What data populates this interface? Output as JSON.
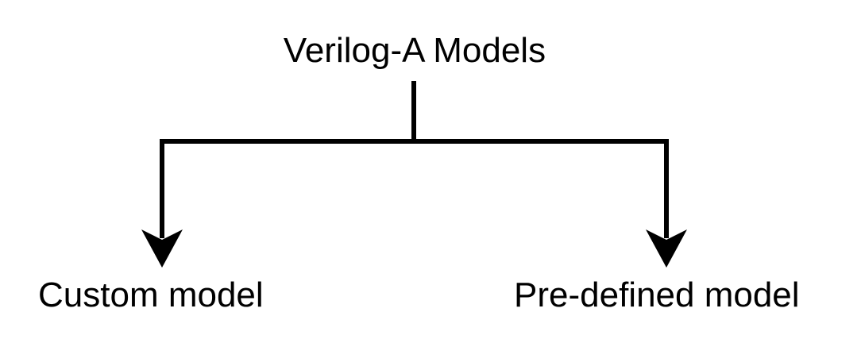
{
  "diagram": {
    "root": {
      "label": "Verilog-A Models"
    },
    "children": [
      {
        "label": "Custom model"
      },
      {
        "label": "Pre-defined model"
      }
    ],
    "colors": {
      "line": "#000000",
      "text": "#000000",
      "background": "#ffffff"
    }
  }
}
